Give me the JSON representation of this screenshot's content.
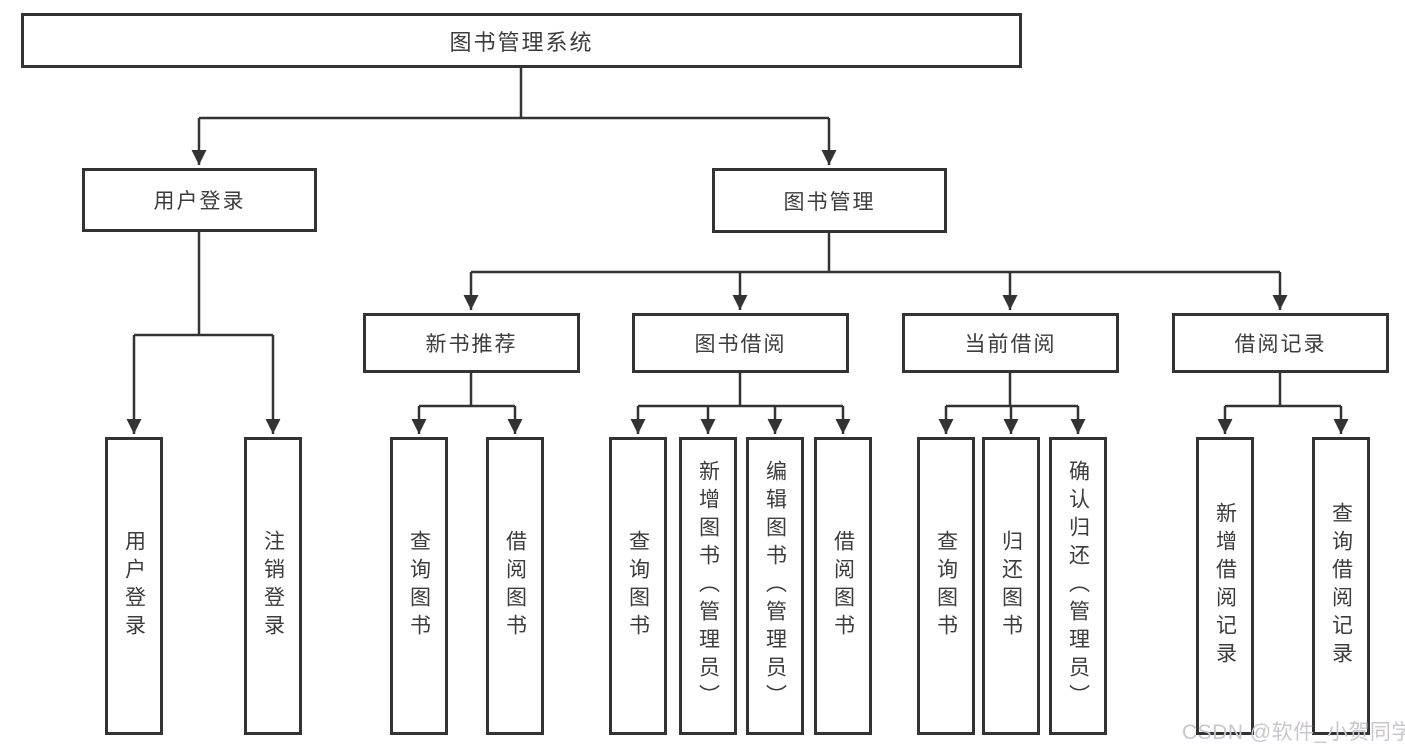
{
  "palette": {
    "line_color": "#333333",
    "box_border": "#333333",
    "box_fill": "#ffffff",
    "text_color": "#3c3c3c",
    "watermark_color": "#c9c5d1"
  },
  "watermark": "CSDN @软件_小贺同学",
  "tree": {
    "root": {
      "label": "图书管理系统",
      "children": [
        {
          "label": "用户登录",
          "children": [
            {
              "label": "用户登录"
            },
            {
              "label": "注销登录"
            }
          ]
        },
        {
          "label": "图书管理",
          "children": [
            {
              "label": "新书推荐",
              "children": [
                {
                  "label": "查询图书"
                },
                {
                  "label": "借阅图书"
                }
              ]
            },
            {
              "label": "图书借阅",
              "children": [
                {
                  "label": "查询图书"
                },
                {
                  "label": "新增图书（管理员）"
                },
                {
                  "label": "编辑图书（管理员）"
                },
                {
                  "label": "借阅图书"
                }
              ]
            },
            {
              "label": "当前借阅",
              "children": [
                {
                  "label": "查询图书"
                },
                {
                  "label": "归还图书"
                },
                {
                  "label": "确认归还（管理员）"
                }
              ]
            },
            {
              "label": "借阅记录",
              "children": [
                {
                  "label": "新增借阅记录"
                },
                {
                  "label": "查询借阅记录"
                }
              ]
            }
          ]
        }
      ]
    }
  }
}
